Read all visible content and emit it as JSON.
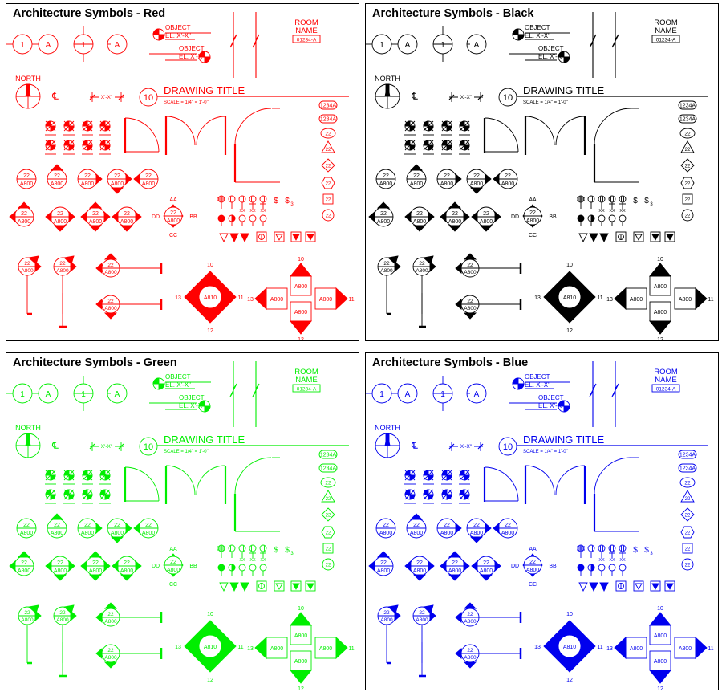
{
  "panels": [
    {
      "title": "Architecture Symbols - Red",
      "color": "#ff0000"
    },
    {
      "title": "Architecture Symbols - Black",
      "color": "#000000"
    },
    {
      "title": "Architecture Symbols - Green",
      "color": "#00ee00"
    },
    {
      "title": "Architecture Symbols - Blue",
      "color": "#0000ee"
    }
  ],
  "labels": {
    "grid_number": "1",
    "grid_letter": "A",
    "object": "OBJECT",
    "elevation": "EL. X'-X\"",
    "room_line1": "ROOM",
    "room_line2": "NAME",
    "room_number": "01234-A",
    "north": "NORTH",
    "centerline": "℄",
    "dimension": "X'-X\"",
    "title_number": "10",
    "drawing_title": "DRAWING TITLE",
    "scale": "SCALE = 1/4\" = 1'-0\"",
    "tag_1234": "1234A",
    "tag_22": "22",
    "sheet": "A800",
    "section_sheet": "A810",
    "aa": "AA",
    "bb": "BB",
    "cc": "CC",
    "dd": "DD",
    "n10": "10",
    "n11": "11",
    "n12": "12",
    "n13": "13",
    "xx": "XX",
    "switch": "$",
    "switch3": "3"
  },
  "icons": [
    "grid-bubble-icon",
    "elevation-marker-icon",
    "break-line-icon",
    "north-arrow-icon",
    "centerline-icon",
    "door-swing-icon",
    "section-marker-icon",
    "electrical-symbol-icon",
    "interior-elevation-icon",
    "tag-icon"
  ]
}
